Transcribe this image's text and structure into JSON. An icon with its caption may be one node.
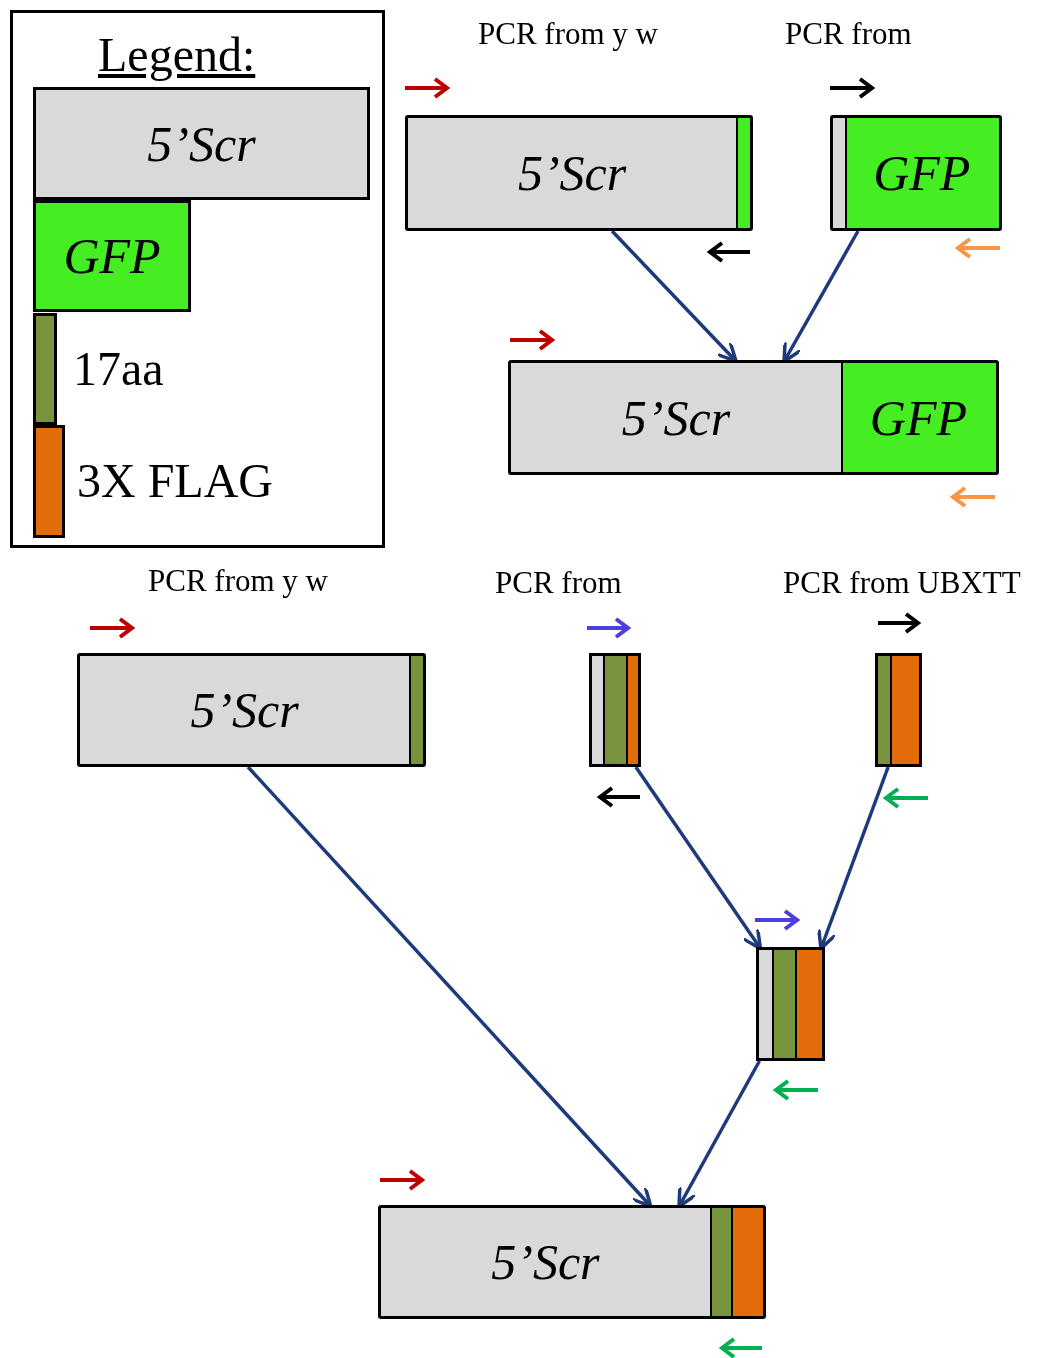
{
  "diagram": {
    "nodes": [
      {
        "text": [
          "5’Scr"
        ],
        "beside": [
          "PCR from y w"
        ]
      },
      {
        "text": [
          "GFP"
        ],
        "beside": [
          "PCR from"
        ]
      },
      {
        "text": [
          "5’Scr",
          "GFP"
        ]
      },
      {
        "text": [
          "5’Scr"
        ],
        "beside": [
          "PCR from y w"
        ]
      },
      {
        "text": [],
        "shape": "bar",
        "beside": [
          "PCR from"
        ]
      },
      {
        "text": [],
        "shape": "bar",
        "beside": [
          "PCR from UBXTT"
        ]
      },
      {
        "text": [],
        "shape": "bar"
      },
      {
        "text": [
          "5’Scr"
        ]
      }
    ],
    "edges": [
      {
        "from": 0,
        "to": 2,
        "arrow": "to"
      },
      {
        "from": 1,
        "to": 2,
        "arrow": "to"
      },
      {
        "from": 3,
        "to": 7,
        "arrow": "to"
      },
      {
        "from": 4,
        "to": 6,
        "arrow": "to"
      },
      {
        "from": 5,
        "to": 6,
        "arrow": "to"
      },
      {
        "from": 6,
        "to": 7,
        "arrow": "to"
      }
    ],
    "labels": [
      "Legend:"
    ],
    "legend": [
      {
        "text": "5’Scr",
        "color": "#d9d9d9"
      },
      {
        "text": "GFP",
        "color": "#44ee22"
      },
      {
        "text": "17aa",
        "color": "#77933c"
      },
      {
        "text": "3X FLAG",
        "color": "#e36c0a"
      }
    ]
  }
}
